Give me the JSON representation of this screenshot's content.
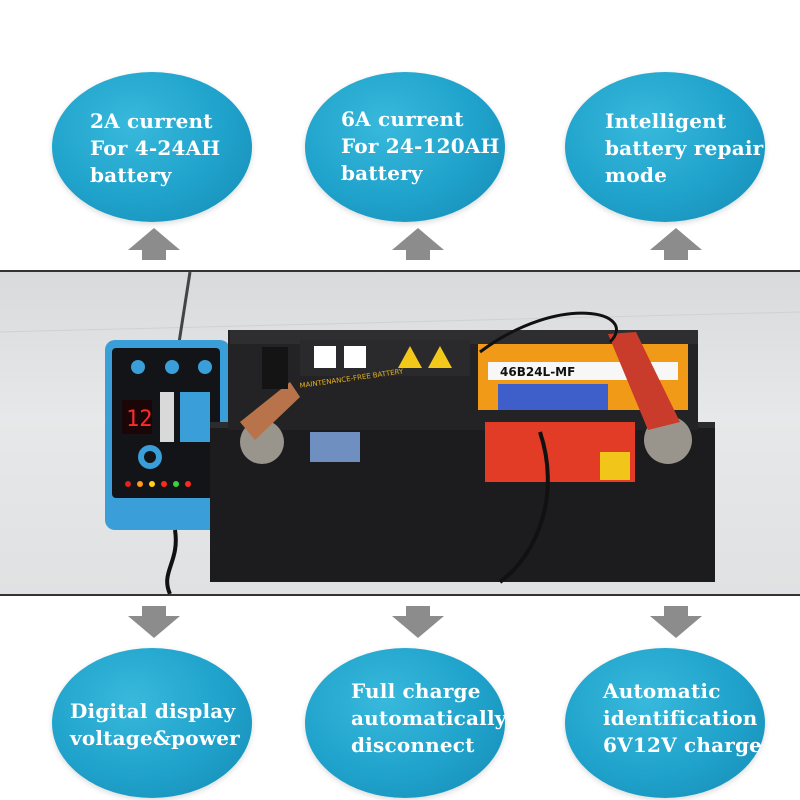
{
  "bubbles_top": [
    {
      "lines": [
        "2A current",
        "For 4-24AH",
        "battery"
      ]
    },
    {
      "lines": [
        "6A current",
        "For 24-120AH",
        "battery"
      ]
    },
    {
      "lines": [
        "Intelligent",
        "battery repair",
        "mode"
      ]
    }
  ],
  "bubbles_bottom": [
    {
      "lines": [
        "Digital display",
        "voltage&power"
      ]
    },
    {
      "lines": [
        "Full charge",
        "automatically",
        "disconnect"
      ]
    },
    {
      "lines": [
        "Automatic",
        "identification",
        "6V12V charge"
      ]
    }
  ],
  "photo": {
    "battery_model": "46B24L-MF",
    "battery_strip": "MAINTENANCE-FREE BATTERY",
    "charger_display": "12"
  },
  "colors": {
    "bubble": "#1fa2cb",
    "arrow": "#8c8c8c",
    "charger": "#3a9ed8",
    "battery": "#1c1c1e",
    "clamp_red": "#c93b2a"
  }
}
